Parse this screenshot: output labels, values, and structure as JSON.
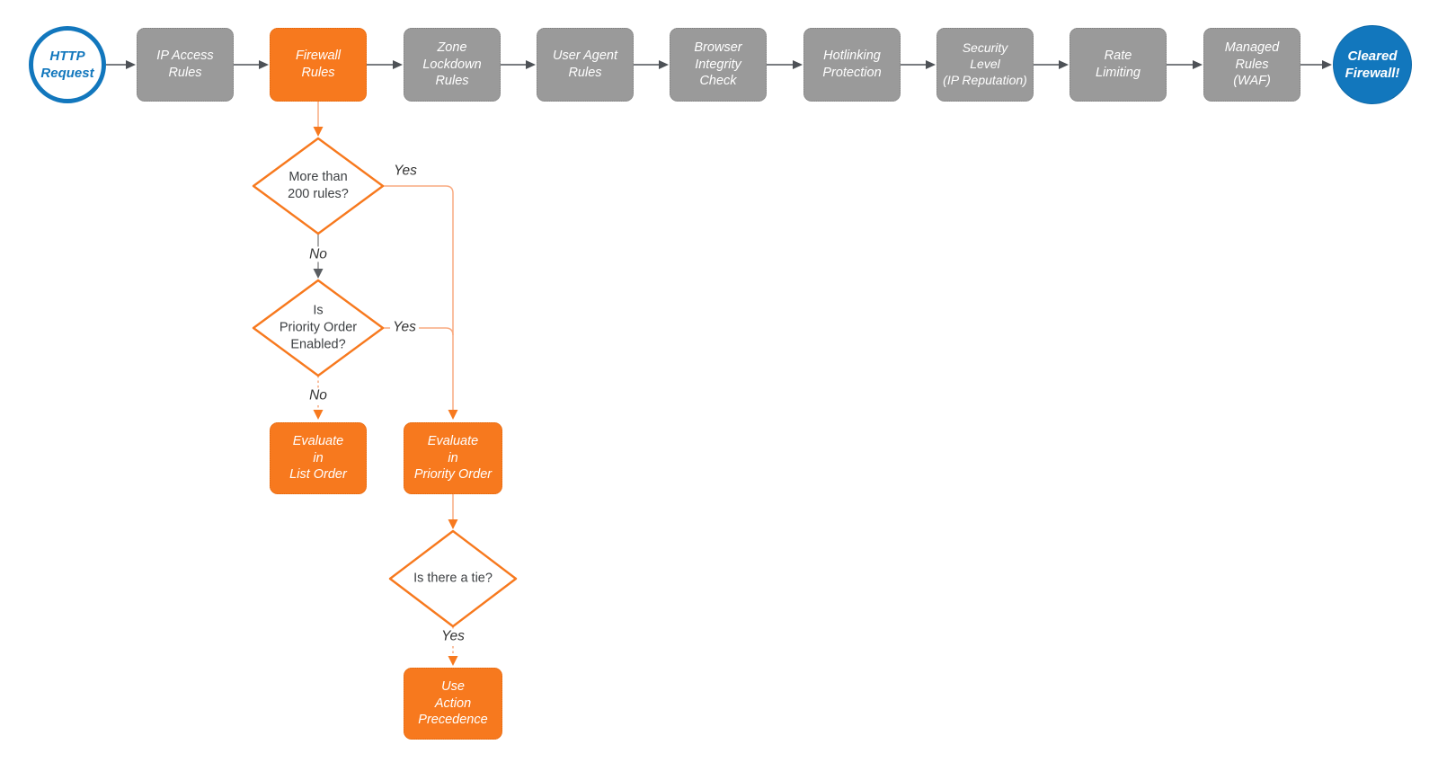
{
  "colors": {
    "orange": "#F7791E",
    "orange_line": "#F9AA80",
    "gray_node": "#9A9A9A",
    "gray_line": "#909090",
    "arrow_dark": "#4D5156",
    "blue": "#1277BD",
    "text_dark": "#3d4043",
    "background": "#ffffff"
  },
  "pipeline": [
    {
      "id": "http-request",
      "label": "HTTP\nRequest"
    },
    {
      "id": "ip-access-rules",
      "label": "IP Access\nRules"
    },
    {
      "id": "firewall-rules",
      "label": "Firewall\nRules"
    },
    {
      "id": "zone-lockdown-rules",
      "label": "Zone\nLockdown\nRules"
    },
    {
      "id": "user-agent-rules",
      "label": "User Agent\nRules"
    },
    {
      "id": "browser-integrity-check",
      "label": "Browser\nIntegrity\nCheck"
    },
    {
      "id": "hotlinking-protection",
      "label": "Hotlinking\nProtection"
    },
    {
      "id": "security-level",
      "label": "Security\nLevel\n(IP Reputation)"
    },
    {
      "id": "rate-limiting",
      "label": "Rate\nLimiting"
    },
    {
      "id": "managed-rules-waf",
      "label": "Managed\nRules\n(WAF)"
    },
    {
      "id": "cleared-firewall",
      "label": "Cleared\nFirewall!"
    }
  ],
  "branch": {
    "decisions": [
      {
        "id": "more-than-200-rules",
        "label": "More than\n200 rules?"
      },
      {
        "id": "priority-order-enabled",
        "label": "Is\nPriority Order\nEnabled?"
      },
      {
        "id": "is-there-a-tie",
        "label": "Is there a tie?"
      }
    ],
    "actions": [
      {
        "id": "evaluate-in-list-order",
        "label": "Evaluate\nin\nList Order"
      },
      {
        "id": "evaluate-in-priority-order",
        "label": "Evaluate\nin\nPriority Order"
      },
      {
        "id": "use-action-precedence",
        "label": "Use\nAction\nPrecedence"
      }
    ],
    "edge_labels": {
      "yes1": "Yes",
      "no1": "No",
      "yes2": "Yes",
      "no2": "No",
      "yes3": "Yes"
    }
  }
}
